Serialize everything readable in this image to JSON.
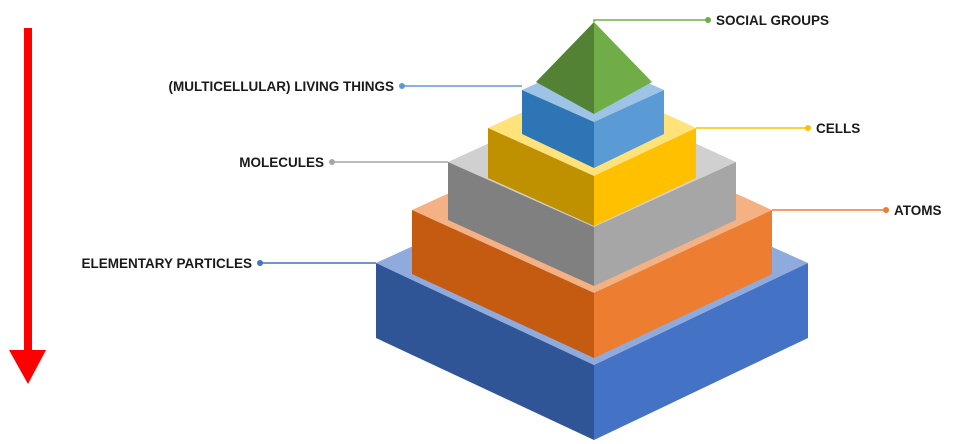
{
  "labels": {
    "social_groups": "SOCIAL GROUPS",
    "living_things": "(MULTICELLULAR) LIVING THINGS",
    "cells": "CELLS",
    "molecules": "MOLECULES",
    "atoms": "ATOMS",
    "elementary_particles": "ELEMENTARY PARTICLES"
  },
  "layers": [
    {
      "name": "elementary-particles",
      "top": "#8faadc",
      "left": "#2f5597",
      "right": "#4472c4"
    },
    {
      "name": "atoms",
      "top": "#f4b183",
      "left": "#c55a11",
      "right": "#ed7d31"
    },
    {
      "name": "molecules",
      "top": "#d0d0d0",
      "left": "#808080",
      "right": "#a6a6a6"
    },
    {
      "name": "cells",
      "top": "#ffe27a",
      "left": "#bf9000",
      "right": "#ffc000"
    },
    {
      "name": "living-things",
      "top": "#9dc3e6",
      "left": "#2e75b6",
      "right": "#5b9bd5"
    },
    {
      "name": "social-groups",
      "left": "#548235",
      "right": "#70ad47"
    }
  ],
  "connector_colors": {
    "social_groups": "#70ad47",
    "living_things": "#5b9bd5",
    "cells": "#ffc000",
    "molecules": "#a6a6a6",
    "atoms": "#ed7d31",
    "elementary_particles": "#4472c4"
  },
  "arrow_color": "#ff0000"
}
